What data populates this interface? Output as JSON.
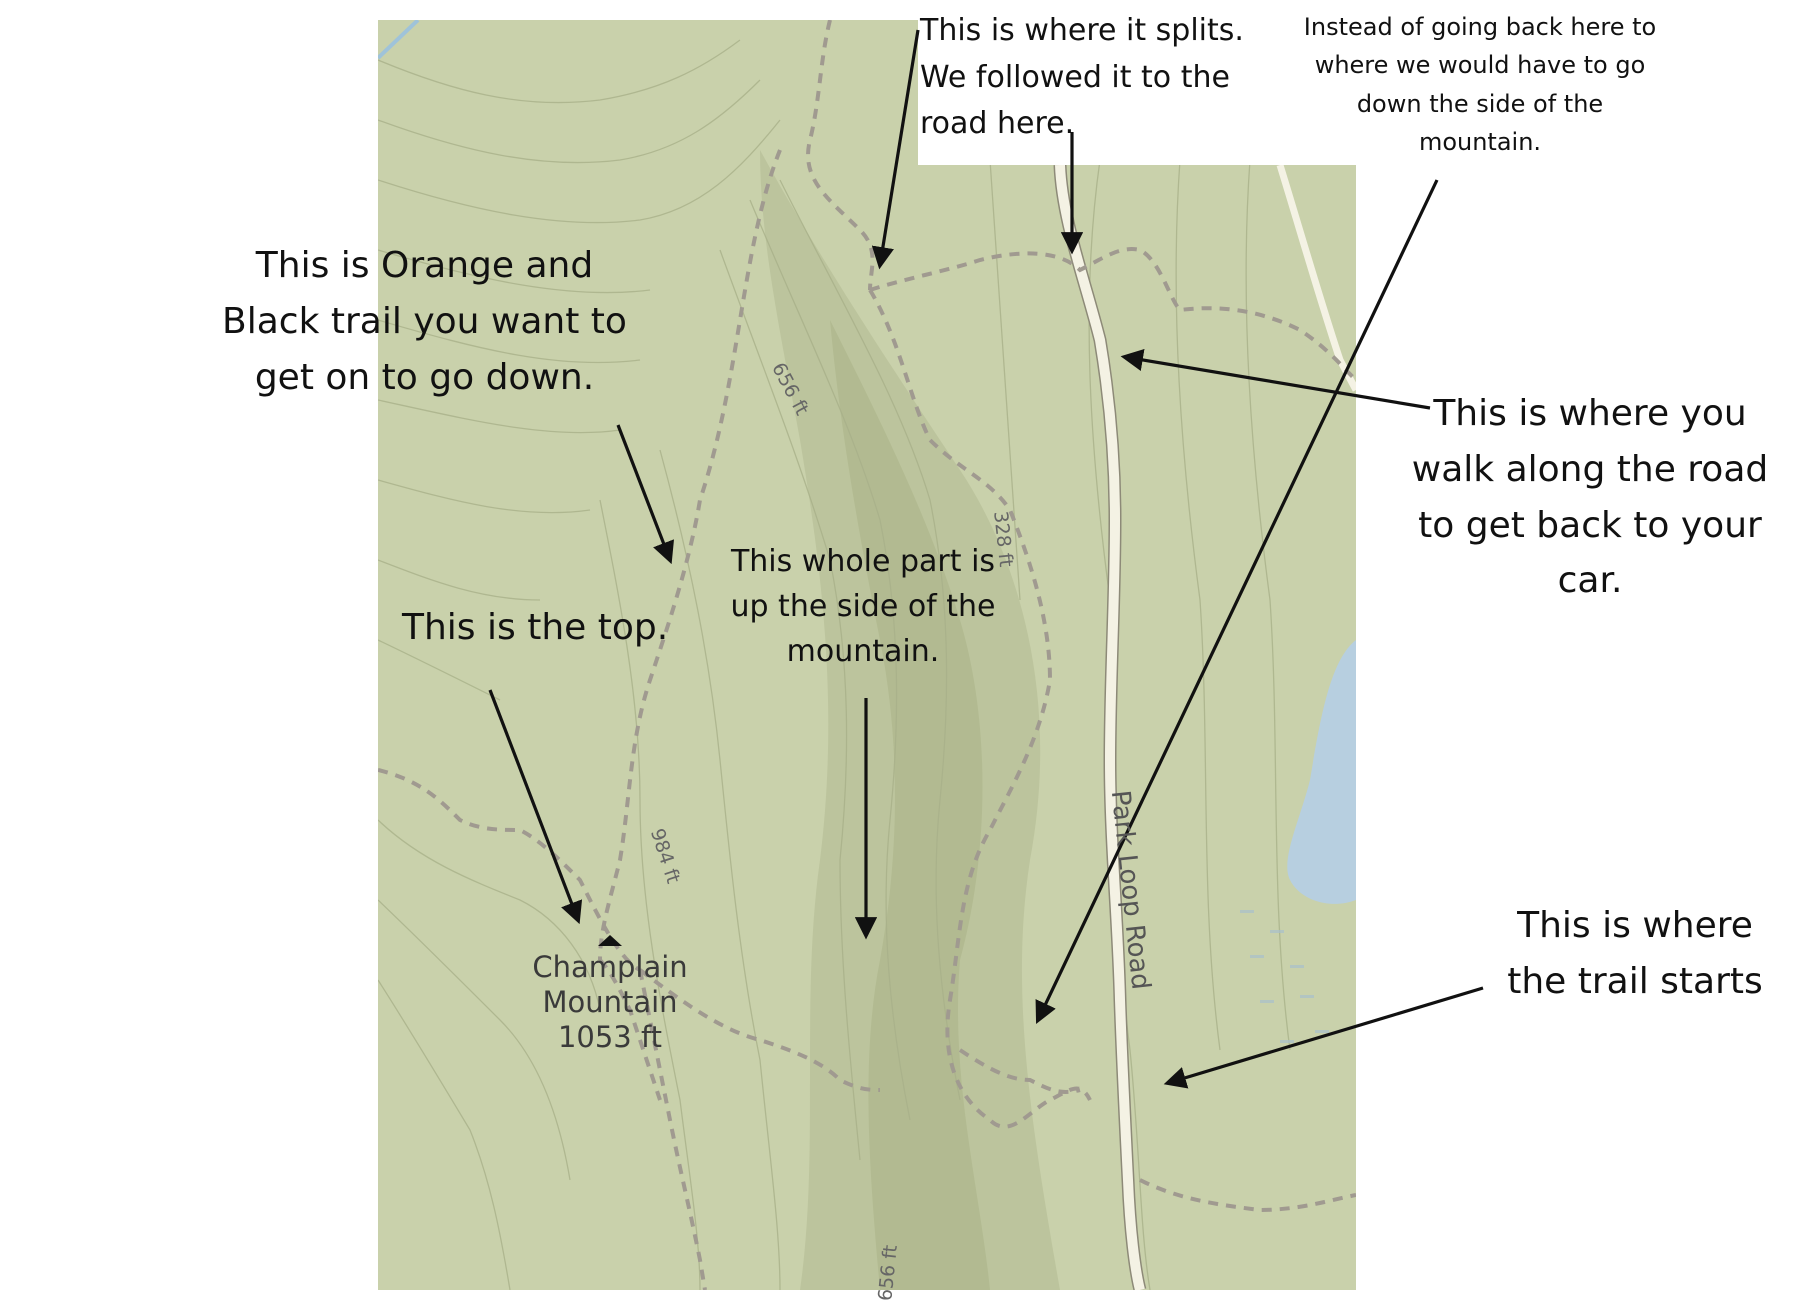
{
  "map": {
    "peak": {
      "name_line1": "Champlain",
      "name_line2": "Mountain",
      "elevation": "1053 ft"
    },
    "road_label": "Park Loop Road",
    "contour_labels": [
      "656 ft",
      "328 ft",
      "984 ft",
      "656 ft"
    ],
    "colors": {
      "terrain": "#c9d1ab",
      "terrain_dark": "#b6bf95",
      "road": "#f4f2e4",
      "trail": "#a09a90",
      "water": "#b7cfe0",
      "annotation": "#111111"
    }
  },
  "annotations": {
    "split": "This is where it splits. We followed it to the road here.",
    "instead": "Instead of going back here to where we would have to go down the side of the mountain.",
    "orange_black": "This is Orange and Black trail you want to get on to go down.",
    "walk_road": "This is where you walk along the road to get back to your car.",
    "top": "This is the top.",
    "whole_part": "This whole part is up the side of the mountain.",
    "trail_starts": "This is where the trail starts"
  }
}
